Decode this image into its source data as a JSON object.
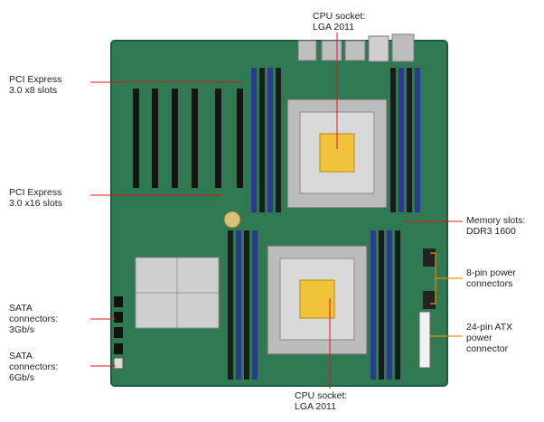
{
  "labels": {
    "cpu_top": {
      "line1": "CPU socket:",
      "line2": "LGA 2011"
    },
    "pcie_x8": {
      "line1": "PCI Express",
      "line2": "3.0 x8 slots"
    },
    "pcie_x16": {
      "line1": "PCI Express",
      "line2": "3.0 x16 slots"
    },
    "memory": {
      "line1": "Memory slots:",
      "line2": "DDR3 1600"
    },
    "power8": {
      "line1": "8-pin power",
      "line2": "connectors"
    },
    "atx24": {
      "line1": "24-pin ATX",
      "line2": "power",
      "line3": "connector"
    },
    "sata3": {
      "line1": "SATA",
      "line2": "connectors:",
      "line3": "3Gb/s"
    },
    "sata6": {
      "line1": "SATA",
      "line2": "connectors:",
      "line3": "6Gb/s"
    },
    "cpu_bottom": {
      "line1": "CPU socket:",
      "line2": "LGA 2011"
    }
  },
  "colors": {
    "pcb": "#2f7a52",
    "pcb_dark": "#1f5c3b",
    "dimm_blue": "#2b3a8f",
    "dimm_black": "#1b1b1b",
    "socket": "#d9d9d9",
    "chip": "#f2c23a",
    "pointer": "#e0141e",
    "power_pointer": "#f08a00"
  }
}
